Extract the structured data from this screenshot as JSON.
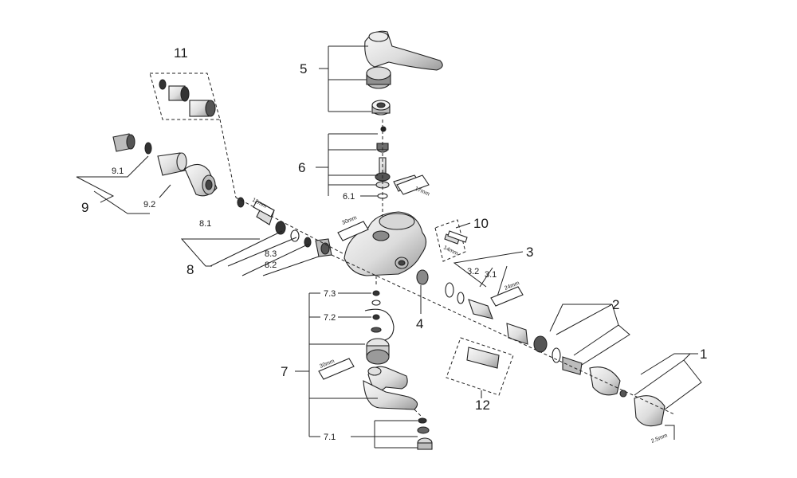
{
  "callouts": {
    "c1": "1",
    "c2": "2",
    "c3": "3",
    "c3_1": "3.1",
    "c3_2": "3.2",
    "c4": "4",
    "c5": "5",
    "c6": "6",
    "c6_1": "6.1",
    "c7": "7",
    "c7_1": "7.1",
    "c7_2": "7.2",
    "c7_3": "7.3",
    "c8": "8",
    "c8_1": "8.1",
    "c8_2": "8.2",
    "c8_3": "8.3",
    "c9": "9",
    "c9_1": "9.1",
    "c9_2": "9.2",
    "c10": "10",
    "c11": "11",
    "c12": "12"
  },
  "tool_sizes": {
    "t12": "12mm",
    "t30a": "30mm",
    "t17": "17mm",
    "t14": "14mm",
    "t24": "24mm",
    "t30b": "30mm",
    "t2_5": "2.5mm"
  },
  "colors": {
    "ink": "#222222",
    "part_fill": "#e9e9e9",
    "part_dark": "#8a8a8a",
    "background": "#ffffff"
  }
}
